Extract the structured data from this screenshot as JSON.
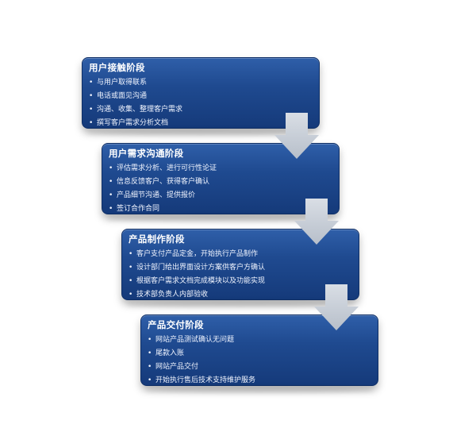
{
  "stages": [
    {
      "title": "用户接触阶段",
      "items": [
        "与用户取得联系",
        "电话或面见沟通",
        "沟通、收集、整理客户需求",
        "撰写客户需求分析文档"
      ]
    },
    {
      "title": "用户需求沟通阶段",
      "items": [
        "评估需求分析、进行可行性论证",
        "信息反馈客户、获得客户确认",
        "产品细节沟通、提供报价",
        "签订合作合同"
      ]
    },
    {
      "title": "产品制作阶段",
      "items": [
        "客户支付产品定金，开始执行产品制作",
        "设计部门给出界面设计方案供客户方确认",
        "根据客户需求文档完成模块以及功能实现",
        "技术部负责人内部验收"
      ]
    },
    {
      "title": "产品交付阶段",
      "items": [
        "网站产品测试确认无问题",
        "尾款入账",
        "网站产品交付",
        "开始执行售后技术支持维护服务"
      ]
    }
  ],
  "bullet_glyph": "•",
  "colors": {
    "box_fill": "#1f4a90",
    "box_border": "#0f2f66",
    "arrow_fill": "#c5ccd6",
    "text": "#ffffff"
  },
  "icons": {
    "arrow": "down-arrow-icon"
  }
}
